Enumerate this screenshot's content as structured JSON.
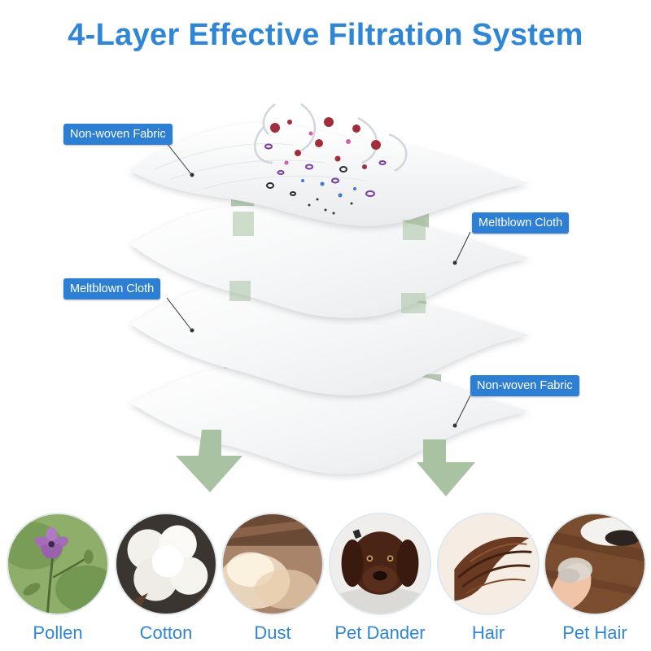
{
  "title": "4-Layer Effective Filtration System",
  "colors": {
    "title": "#2f86d6",
    "label_bg": "#2d7fd3",
    "caption": "#2f86d6",
    "arrow_green": "#a9c3a2",
    "arrow_green_dark": "#9bb894"
  },
  "layer_labels": [
    {
      "text": "Non-woven Fabric",
      "icon": "label-tag"
    },
    {
      "text": "Meltblown Cloth",
      "icon": "label-tag"
    },
    {
      "text": "Meltblown Cloth",
      "icon": "label-tag"
    },
    {
      "text": "Non-woven Fabric",
      "icon": "label-tag"
    }
  ],
  "particles": [
    {
      "name": "Pollen",
      "icon": "pollen-flower-icon"
    },
    {
      "name": "Cotton",
      "icon": "cotton-boll-icon"
    },
    {
      "name": "Dust",
      "icon": "dust-cloud-icon"
    },
    {
      "name": "Pet Dander",
      "icon": "dog-icon"
    },
    {
      "name": "Hair",
      "icon": "hair-strand-icon"
    },
    {
      "name": "Pet Hair",
      "icon": "pet-hair-icon"
    }
  ]
}
